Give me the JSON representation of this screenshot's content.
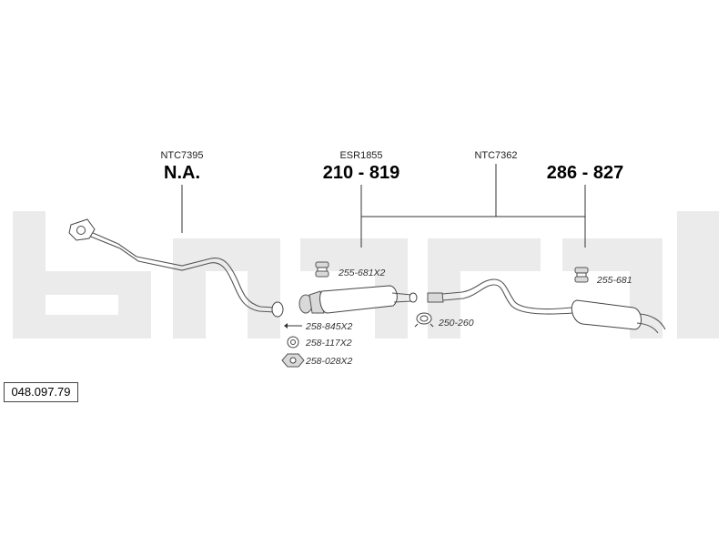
{
  "catalog_code": "048.097.79",
  "groups": {
    "front": {
      "ref": "NTC7395",
      "number": "N.A."
    },
    "middle": {
      "ref": "ESR1855",
      "number": "210 - 819"
    },
    "rear_ref": "NTC7362",
    "rear_number": "286 - 827"
  },
  "parts": {
    "mount_mid": "255-681X2",
    "mount_rear": "255-681",
    "bolt": "258-845X2",
    "washer": "258-117X2",
    "nut": "258-028X2",
    "clamp": "250-260"
  }
}
